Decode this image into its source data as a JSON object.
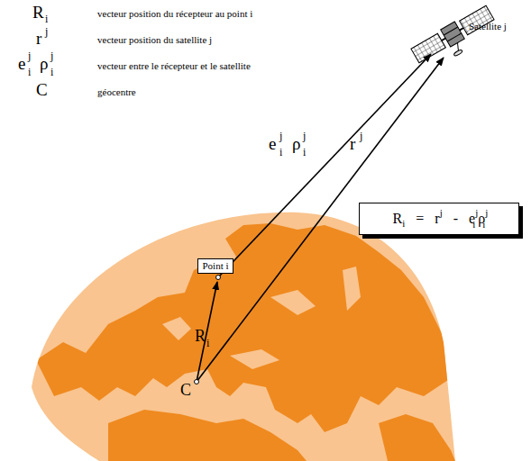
{
  "diagram": {
    "nodes": [
      {
        "text": [
          "Point i"
        ]
      },
      {
        "text": [
          "R",
          "i",
          "=",
          "r",
          "j",
          "-",
          "e",
          "j",
          "i",
          "ρ",
          "j",
          "i"
        ]
      }
    ],
    "labels": [
      "R",
      "i",
      "vecteur position du récepteur au point i",
      "r",
      "j",
      "vecteur position du satellite j",
      "e",
      "j",
      "i",
      "ρ",
      "j",
      "i",
      "vecteur entre le récepteur et le satellite",
      "C",
      "géocentre",
      "Satellite j",
      "e",
      "j",
      "i",
      "ρ",
      "j",
      "i",
      "r",
      "j",
      "R",
      "i",
      "C"
    ]
  }
}
